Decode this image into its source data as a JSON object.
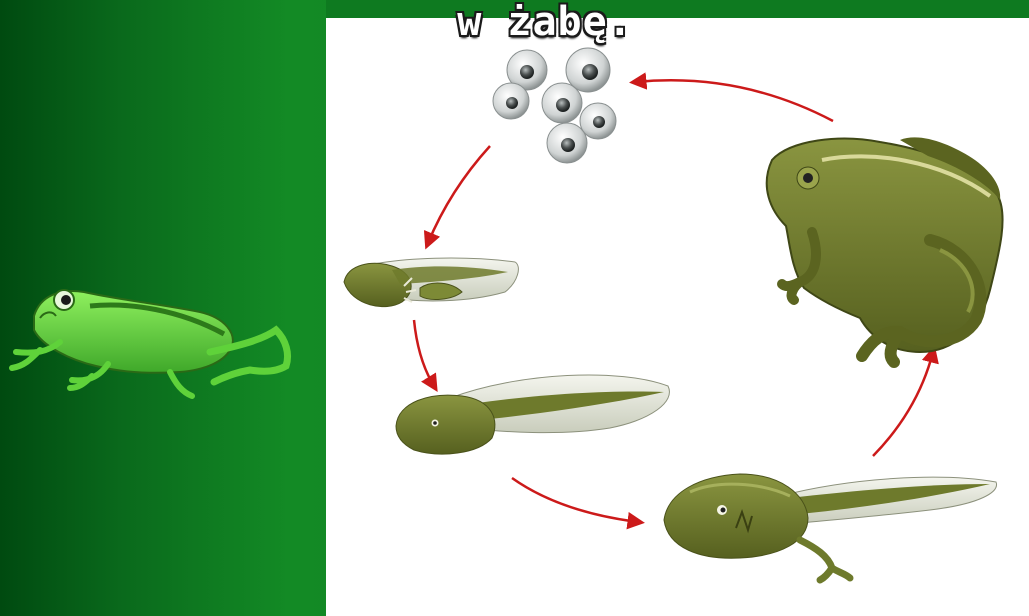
{
  "slide": {
    "caption": "w żabę.",
    "colors": {
      "background_dark": "#004a10",
      "background_green": "#138a25",
      "panel": "#ffffff",
      "arrow": "#cc1a1a",
      "frog_olive": "#6f7a2c",
      "frog_bright": "#5fd23a"
    }
  },
  "diagram": {
    "type": "frog-life-cycle",
    "stages": [
      "eggs",
      "embryo",
      "tadpole",
      "tadpole-with-legs",
      "adult-frog"
    ],
    "decorations": [
      "green-frog-illustration"
    ]
  }
}
